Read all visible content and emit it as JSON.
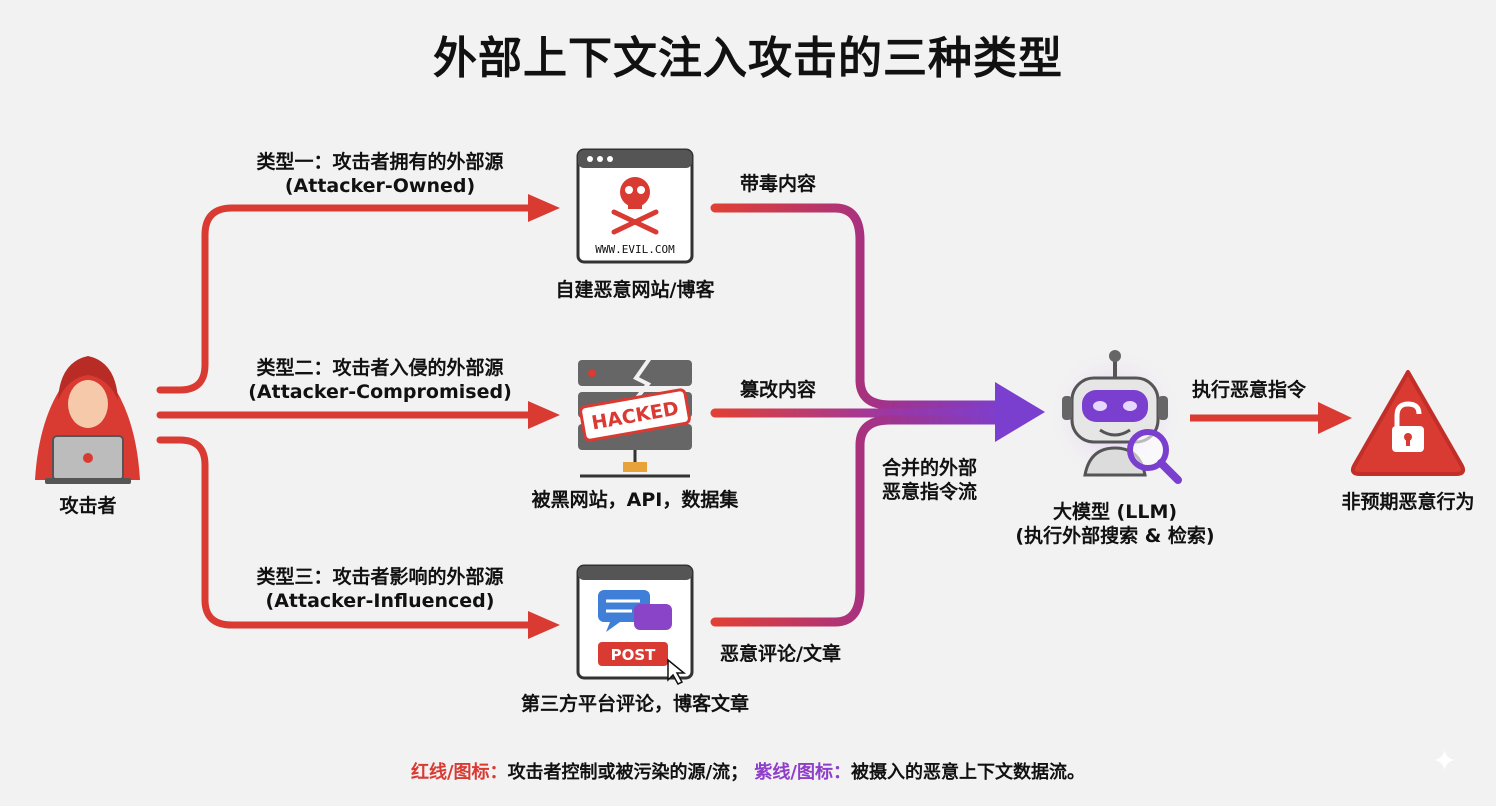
{
  "title": "外部上下文注入攻击的三种类型",
  "attacker": {
    "label": "攻击者",
    "icon": "hooded-hacker-icon"
  },
  "types": [
    {
      "line1": "类型一：攻击者拥有的外部源",
      "line2": "(Attacker-Owned)",
      "node_label": "自建恶意网站/博客",
      "icon": "evil-website-icon",
      "icon_text": "WWW.EVIL.COM",
      "flow_label": "带毒内容"
    },
    {
      "line1": "类型二：攻击者入侵的外部源",
      "line2": "(Attacker-Compromised)",
      "node_label": "被黑网站，API，数据集",
      "icon": "hacked-server-icon",
      "icon_text": "HACKED",
      "flow_label": "篡改内容"
    },
    {
      "line1": "类型三：攻击者影响的外部源",
      "line2": "(Attacker-Influenced)",
      "node_label": "第三方平台评论，博客文章",
      "icon": "post-comments-icon",
      "icon_text": "POST",
      "flow_label": "恶意评论/文章"
    }
  ],
  "merge": {
    "line1": "合并的外部",
    "line2": "恶意指令流"
  },
  "llm": {
    "line1": "大模型 (LLM)",
    "line2": "(执行外部搜索 & 检索)",
    "icon": "robot-magnifier-icon"
  },
  "exec_label": "执行恶意指令",
  "outcome": {
    "label": "非预期恶意行为",
    "icon": "warning-unlock-icon"
  },
  "legend": {
    "red_key": "红线/图标：",
    "red_text": "攻击者控制或被污染的源/流；",
    "purple_key": "紫线/图标：",
    "purple_text": "被摄入的恶意上下文数据流。"
  },
  "colors": {
    "red": "#d93a32",
    "purple": "#7b3fd0",
    "magenta": "#b03a7a"
  }
}
